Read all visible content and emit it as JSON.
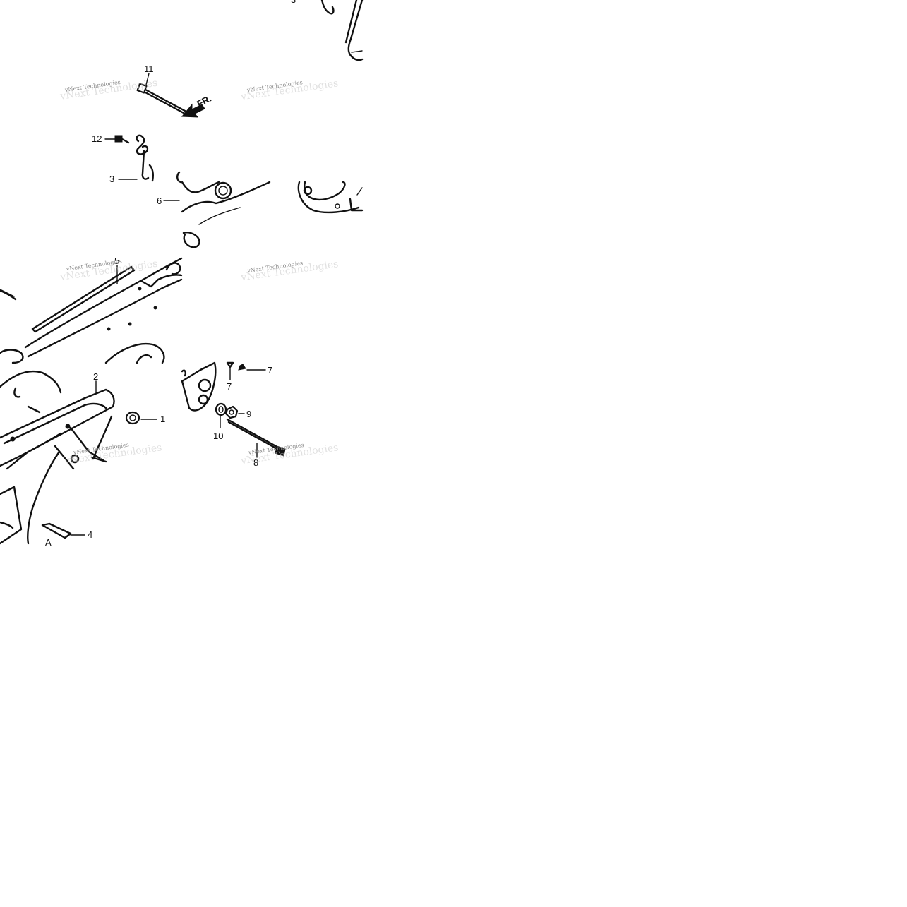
{
  "diagram": {
    "callouts": [
      "1",
      "2",
      "3",
      "3",
      "4",
      "5",
      "6",
      "7",
      "7",
      "8",
      "9",
      "10",
      "11",
      "12"
    ],
    "direction_label": "FR.",
    "corner_label": "A",
    "watermark": "vNext Technologies"
  }
}
